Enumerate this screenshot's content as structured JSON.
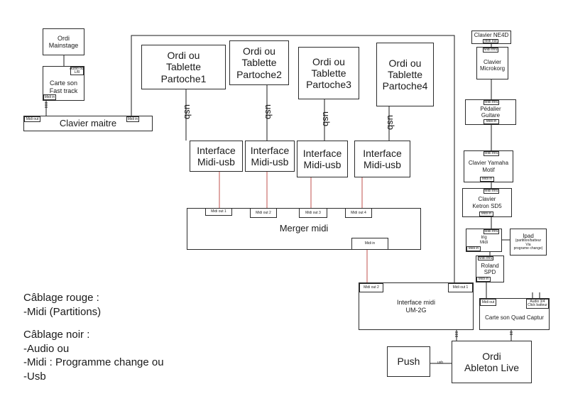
{
  "colors": {
    "midi_cable": "#c0504d",
    "other_cable": "#1a1a1a",
    "border": "#2b2b2b"
  },
  "nodes": {
    "ordi_mainstage": [
      "Ordi",
      "Mainstage"
    ],
    "carte_son_fast_track": {
      "label": [
        "Carte son",
        "Fast track"
      ],
      "port_audio": [
        "Audio out",
        "L/R"
      ],
      "port_midi": "Midi in"
    },
    "clavier_maitre": {
      "label": "Clavier maitre",
      "port_out": "Midi out",
      "port_in": "Midi in"
    },
    "partoche1": [
      "Ordi ou",
      "Tablette",
      "Partoche1"
    ],
    "partoche2": [
      "Ordi ou",
      "Tablette",
      "Partoche2"
    ],
    "partoche3": [
      "Ordi ou",
      "Tablette",
      "Partoche3"
    ],
    "partoche4": [
      "Ordi ou",
      "Tablette",
      "Partoche4"
    ],
    "usb_label": "usb",
    "interface_midi_usb": [
      "Interface",
      "Midi-usb"
    ],
    "merger": {
      "label": "Merger midi",
      "ports": [
        "Midi out 1",
        "Midi out 2",
        "Midi out 3",
        "Midi out 4"
      ],
      "port_in": "Midi in"
    },
    "um2g": {
      "label": [
        "Interface midi",
        "UM-2G"
      ],
      "port_out2": "Midi out 2",
      "port_out1": "Midi out 1"
    },
    "ordi_ableton": [
      "Ordi",
      "Ableton Live"
    ],
    "push": "Push",
    "push_link": "usb",
    "clavier_ne4d": {
      "label": "Clavier NE4D",
      "port": "Midi out"
    },
    "clavier_microkorg": {
      "label": [
        "Clavier",
        "Microkorg"
      ],
      "port": "Midi thru"
    },
    "pedalier": {
      "label": [
        "Pédalier",
        "Guitare"
      ],
      "port_top": "Midi thru",
      "port_bottom": "Midi in"
    },
    "yamaha": {
      "label": [
        "Clavier Yamaha",
        "Motif"
      ],
      "port_top": "Midi thru",
      "port_bottom": "Midi in"
    },
    "ketron": {
      "label": [
        "Clavier",
        "Ketron SD5"
      ],
      "port_top": "Midi thru",
      "port_bottom": "Midi in"
    },
    "irig": {
      "label": [
        "Irig",
        "Midi"
      ],
      "port_top": "Midi thru",
      "port_bottom": "Midi in"
    },
    "ipad": [
      "Ipad",
      "(partition/batteur",
      "Via",
      "programe change)"
    ],
    "roland": {
      "label": [
        "Roland",
        "SPD"
      ],
      "port_top": "Midi thru",
      "port_bottom": "Midi in"
    },
    "quad_captur": {
      "label": "Carte son Quad Captur",
      "port_midi": "Midi out",
      "port_audio": [
        "Audio 3/4",
        "Click batteur"
      ]
    }
  },
  "legend": {
    "rouge_title": "Câblage rouge :",
    "rouge_items": [
      "-Midi (Partitions)"
    ],
    "noir_title": "Câblage noir :",
    "noir_items": [
      "-Audio  ou",
      "-Midi : Programme change ou",
      "-Usb"
    ]
  }
}
